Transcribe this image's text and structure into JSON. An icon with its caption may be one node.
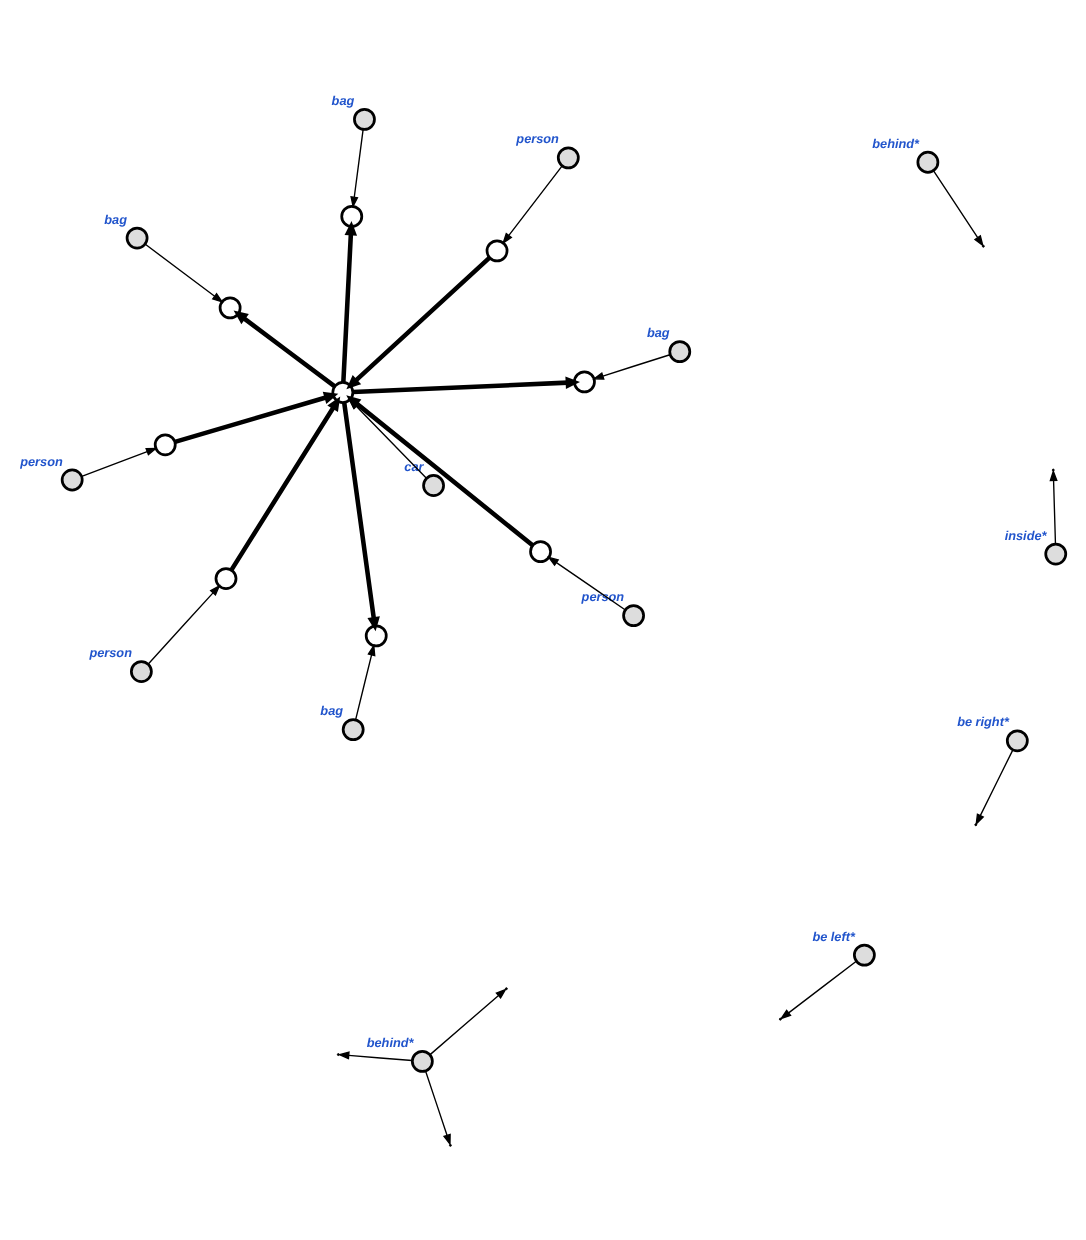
{
  "diagram": {
    "nodes": [
      {
        "text": [],
        "shape": "circle",
        "beside": [
          "person"
        ]
      },
      {
        "text": [],
        "shape": "circle"
      },
      {
        "text": [],
        "shape": "circle",
        "beside": [
          "inside*"
        ]
      },
      {
        "text": [],
        "shape": "circle",
        "beside": [
          "person"
        ]
      },
      {
        "text": [],
        "shape": "circle"
      },
      {
        "text": [],
        "shape": "circle",
        "beside": [
          "be right*"
        ]
      },
      {
        "text": [],
        "shape": "circle",
        "beside": [
          "car"
        ]
      },
      {
        "text": [],
        "shape": "circle",
        "beside": [
          "person"
        ]
      },
      {
        "text": [],
        "shape": "circle"
      },
      {
        "text": [],
        "shape": "circle",
        "beside": [
          "be left*"
        ]
      },
      {
        "text": [],
        "shape": "circle"
      },
      {
        "text": [],
        "shape": "circle",
        "beside": [
          "behind*"
        ]
      },
      {
        "text": [],
        "shape": "circle",
        "beside": [
          "person"
        ]
      },
      {
        "text": [],
        "shape": "circle"
      },
      {
        "text": [],
        "shape": "circle"
      },
      {
        "text": [],
        "shape": "circle",
        "beside": [
          "bag"
        ]
      },
      {
        "text": [],
        "shape": "circle",
        "beside": [
          "behind*"
        ]
      },
      {
        "text": [],
        "shape": "circle"
      },
      {
        "text": [],
        "shape": "circle",
        "beside": [
          "bag"
        ]
      },
      {
        "text": [],
        "shape": "circle"
      },
      {
        "text": [],
        "shape": "circle",
        "beside": [
          "bag"
        ]
      },
      {
        "text": [],
        "shape": "circle"
      },
      {
        "text": [],
        "shape": "circle",
        "beside": [
          "bag"
        ]
      }
    ],
    "edges": [
      {
        "from": 0,
        "to": 1,
        "arrow": "to"
      },
      {
        "from": 1,
        "to": 10,
        "arrow": "to",
        "style": "thick"
      },
      {
        "from": 2,
        "to": null,
        "arrow": "to"
      },
      {
        "from": 3,
        "to": 4,
        "arrow": "to"
      },
      {
        "from": 4,
        "to": 10,
        "arrow": "to",
        "style": "thick"
      },
      {
        "from": 5,
        "to": null,
        "arrow": "to"
      },
      {
        "from": 6,
        "to": 10,
        "arrow": "to"
      },
      {
        "from": 7,
        "to": 8,
        "arrow": "to"
      },
      {
        "from": 8,
        "to": 10,
        "arrow": "to",
        "style": "thick"
      },
      {
        "from": 9,
        "to": null,
        "arrow": "to"
      },
      {
        "from": 11,
        "to": null,
        "arrow": "to"
      },
      {
        "from": 12,
        "to": 13,
        "arrow": "to"
      },
      {
        "from": 13,
        "to": 10,
        "arrow": "to",
        "style": "thick"
      },
      {
        "from": 10,
        "to": 14,
        "arrow": "to",
        "style": "thick"
      },
      {
        "from": 15,
        "to": 14,
        "arrow": "to"
      },
      {
        "from": 16,
        "to": null,
        "arrow": "to"
      },
      {
        "from": 10,
        "to": 17,
        "arrow": "to",
        "style": "thick"
      },
      {
        "from": 18,
        "to": 17,
        "arrow": "to"
      },
      {
        "from": 16,
        "to": null,
        "arrow": "to"
      },
      {
        "from": 10,
        "to": 19,
        "arrow": "to",
        "style": "thick"
      },
      {
        "from": 20,
        "to": 19,
        "arrow": "to"
      },
      {
        "from": 16,
        "to": null,
        "arrow": "to"
      },
      {
        "from": 10,
        "to": 21,
        "arrow": "to",
        "style": "thick"
      },
      {
        "from": 22,
        "to": 21,
        "arrow": "to"
      }
    ]
  }
}
